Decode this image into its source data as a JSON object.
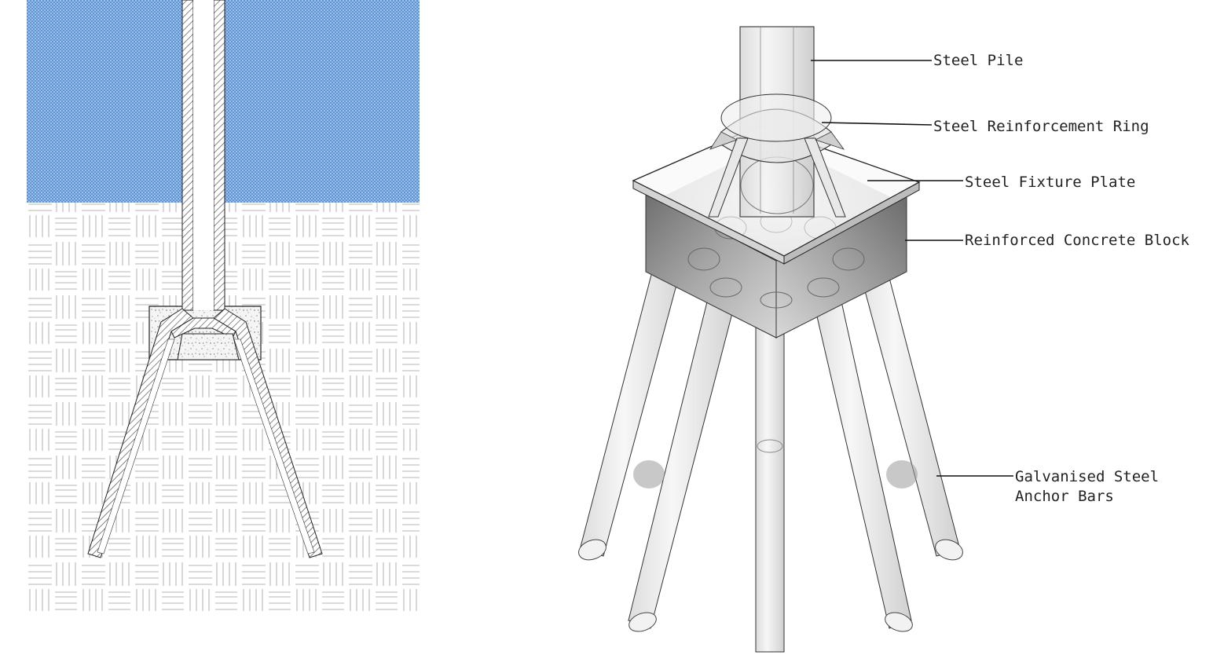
{
  "labels": {
    "steel_pile": "Steel Pile",
    "reinforcement_ring": "Steel Reinforcement Ring",
    "fixture_plate": "Steel Fixture Plate",
    "concrete_block": "Reinforced Concrete Block",
    "anchor_bars_line1": "Galvanised Steel",
    "anchor_bars_line2": "Anchor Bars"
  },
  "colors": {
    "water": "#6a9fd8",
    "soil_lines": "#9a9a9a",
    "steel_hatch": "#555555",
    "concrete_fill": "#f2f2f2",
    "line": "#222222"
  }
}
